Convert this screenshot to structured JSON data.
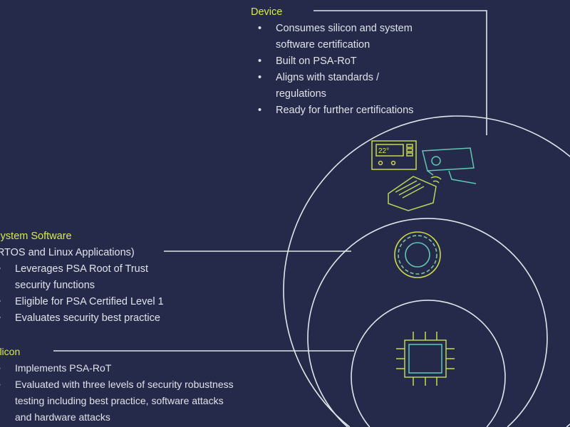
{
  "colors": {
    "background": "#262a4a",
    "heading": "#d6ea4c",
    "text": "#dfe3ea",
    "line": "#dfe6ea"
  },
  "device": {
    "title": "Device",
    "items": [
      "Consumes silicon and system software certification",
      "Built on PSA-RoT",
      "Aligns with standards / regulations",
      "Ready for further certifications"
    ],
    "thermostat_reading": "22°"
  },
  "system_software": {
    "title": "System Software",
    "subtitle": "(RTOS and Linux Applications)",
    "items": [
      "Leverages PSA Root of Trust security functions",
      "Eligible for PSA Certified Level 1",
      "Evaluates security best practice"
    ]
  },
  "silicon": {
    "title": "Silicon",
    "items": [
      "Implements PSA-RoT",
      "Evaluated with three levels of security robustness testing including best practice, software attacks and hardware attacks"
    ]
  },
  "bullet": "•"
}
